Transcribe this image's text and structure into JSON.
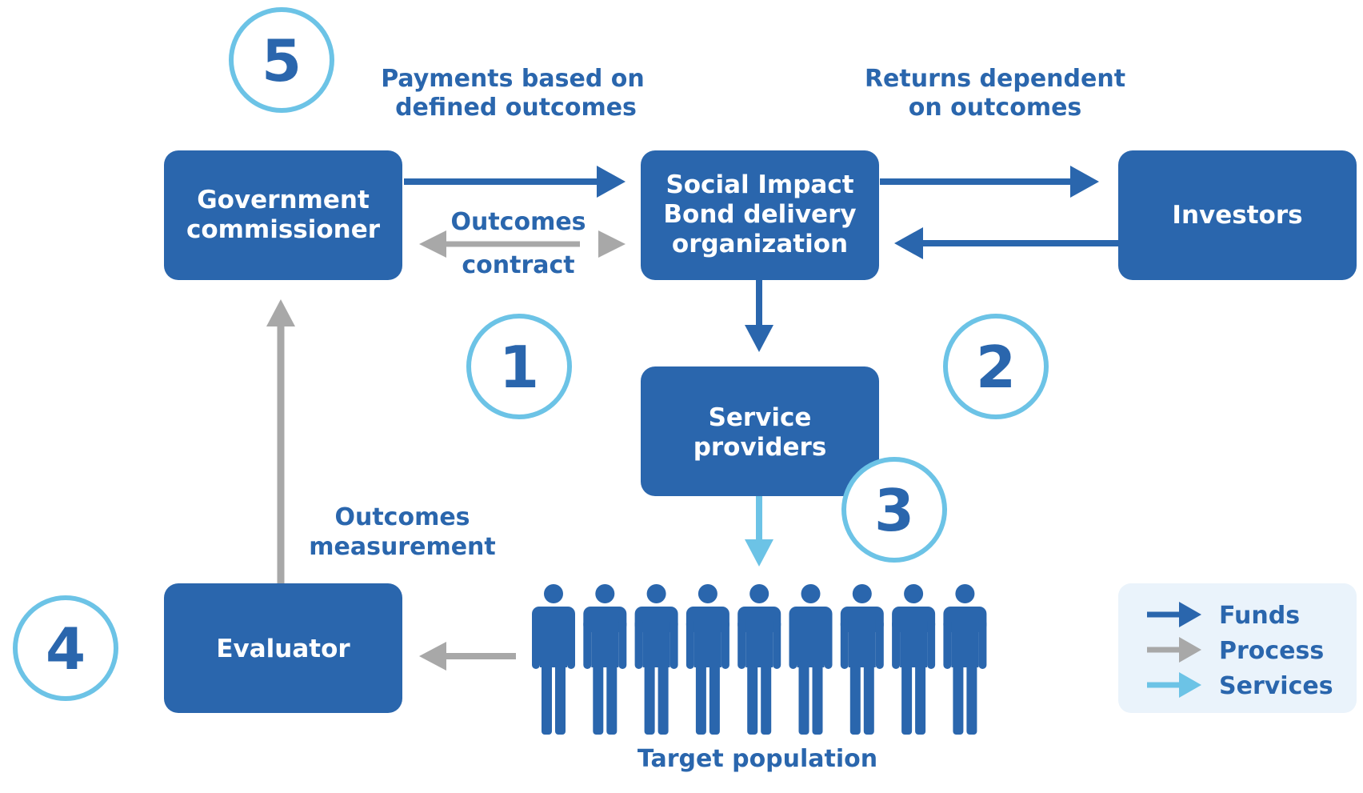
{
  "colors": {
    "box": "#2a66ad",
    "funds": "#2a66ad",
    "process": "#a8a8a8",
    "services": "#6cc3e6",
    "ring": "#6cc3e6",
    "legend_bg": "#eaf3fb"
  },
  "nodes": {
    "government": [
      "Government",
      "commissioner"
    ],
    "sib": [
      "Social Impact",
      "Bond delivery",
      "organization"
    ],
    "investors": [
      "Investors"
    ],
    "providers": [
      "Service",
      "providers"
    ],
    "evaluator": [
      "Evaluator"
    ]
  },
  "labels": {
    "payments": [
      "Payments based on",
      "defined outcomes"
    ],
    "returns": [
      "Returns dependent",
      "on outcomes"
    ],
    "outcomes_contract": [
      "Outcomes",
      "contract"
    ],
    "measurement": [
      "Outcomes",
      "measurement"
    ],
    "target": "Target population"
  },
  "numbers": [
    "5",
    "1",
    "2",
    "3",
    "4"
  ],
  "people_count": 9,
  "legend": [
    {
      "label": "Funds",
      "color": "#2a66ad"
    },
    {
      "label": "Process",
      "color": "#a8a8a8"
    },
    {
      "label": "Services",
      "color": "#6cc3e6"
    }
  ]
}
